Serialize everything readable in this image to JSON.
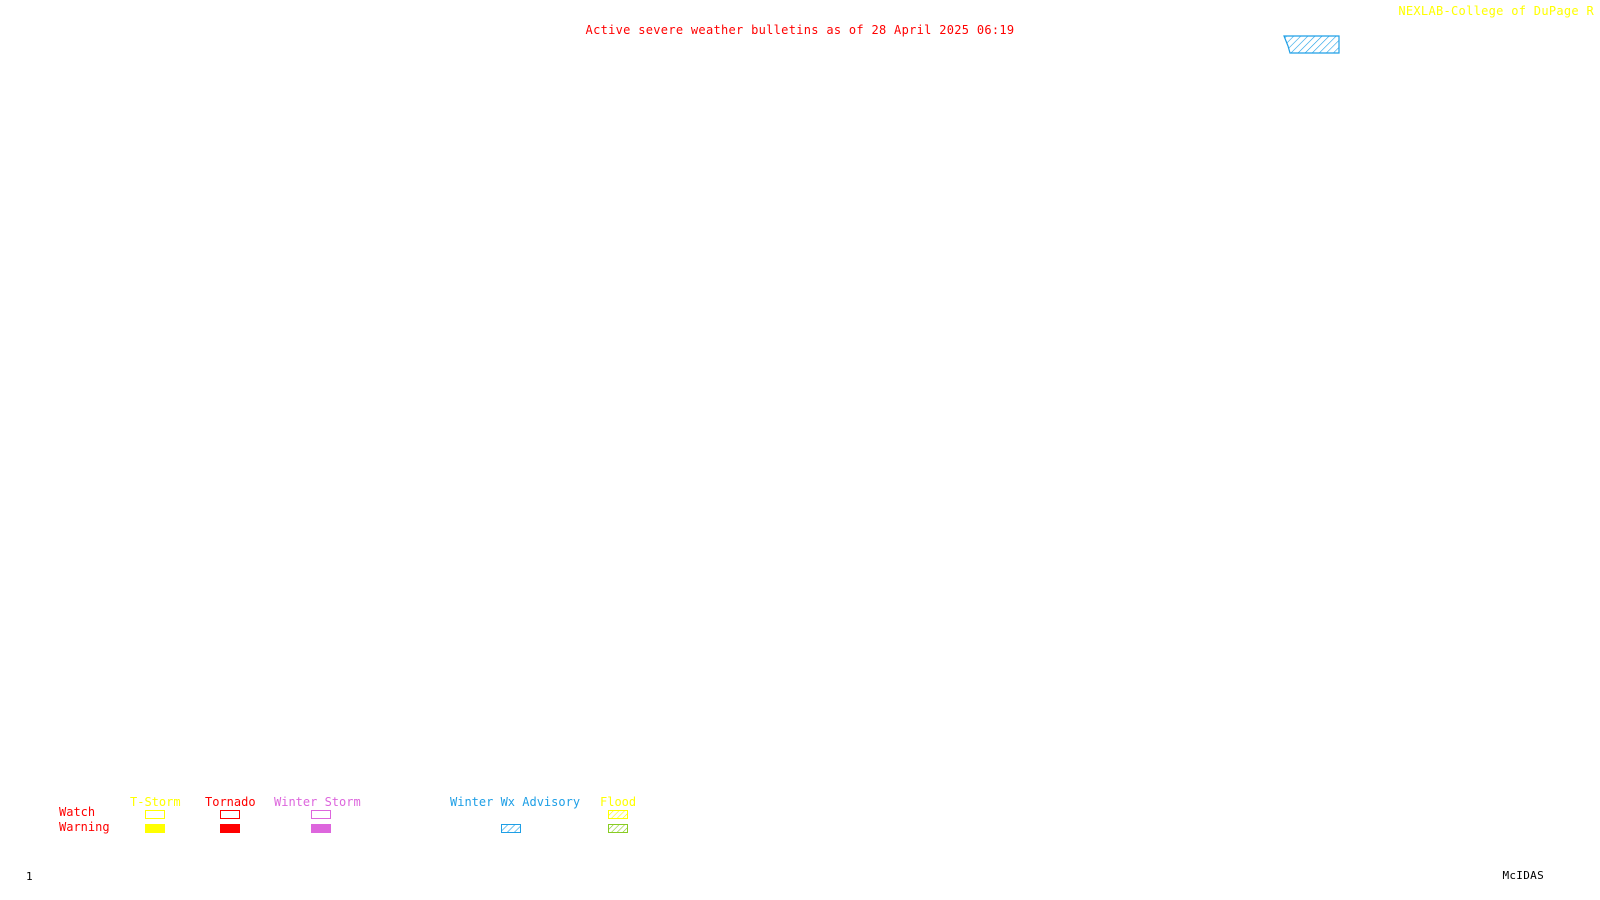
{
  "header": {
    "credit": "NEXLAB-College of DuPage R",
    "title": "Active severe weather bulletins as of 28 April 2025 06:19"
  },
  "map": {
    "alerts": [
      {
        "type": "winter-wx-advisory",
        "category": "Winter Wx Advisory",
        "color": "#1e9fe6"
      }
    ]
  },
  "legend": {
    "rows": {
      "watch": "Watch",
      "warning": "Warning"
    },
    "categories": [
      {
        "label": "T-Storm",
        "color": "#ffff00"
      },
      {
        "label": "Tornado",
        "color": "#ff0000"
      },
      {
        "label": "Winter Storm",
        "color": "#dd66dd"
      },
      {
        "label": "Winter Wx Advisory",
        "color": "#1e9fe6"
      },
      {
        "label": "Flood",
        "color": "#ffff00",
        "warning_color": "#88cc22"
      }
    ]
  },
  "footer": {
    "frame": "1",
    "software": "McIDAS"
  }
}
